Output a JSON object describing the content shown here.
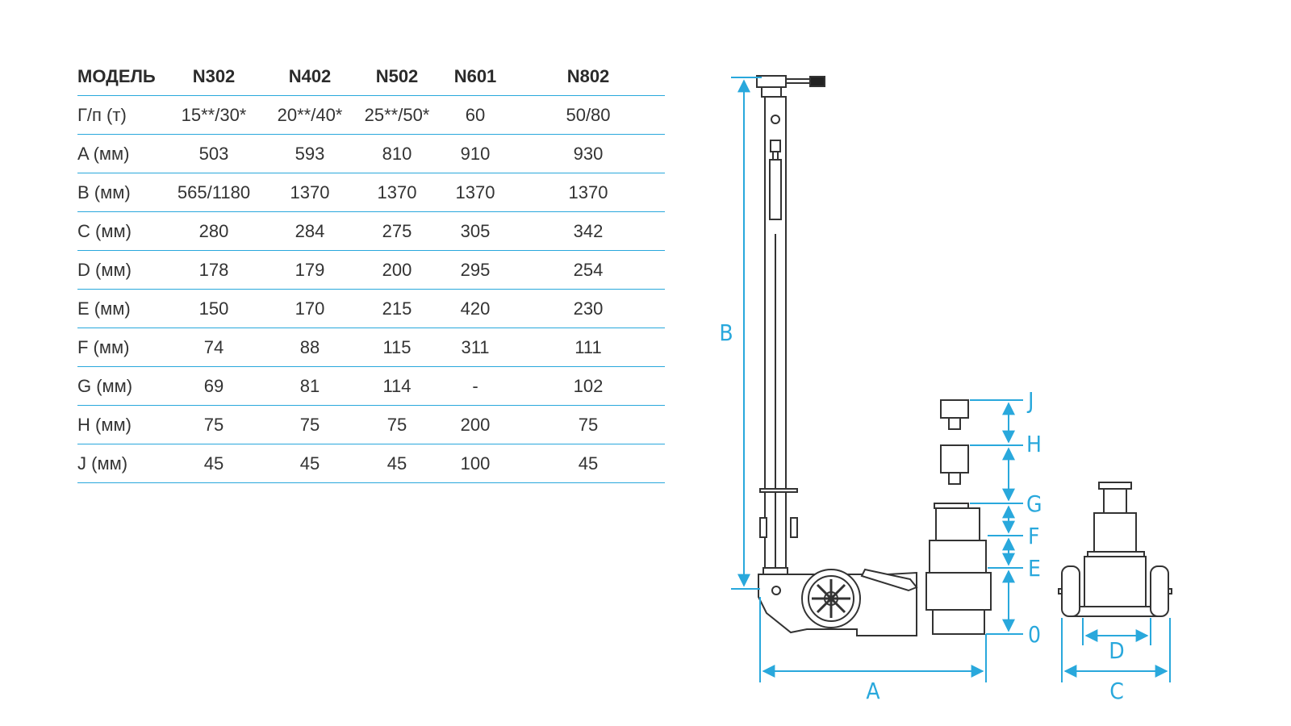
{
  "table": {
    "header": [
      "МОДЕЛЬ",
      "N302",
      "N402",
      "N502",
      "N601",
      "N802"
    ],
    "rows": [
      [
        "Г/п (т)",
        "15**/30*",
        "20**/40*",
        "25**/50*",
        "60",
        "50/80"
      ],
      [
        "A (мм)",
        "503",
        "593",
        "810",
        "910",
        "930"
      ],
      [
        "B (мм)",
        "565/1180",
        "1370",
        "1370",
        "1370",
        "1370"
      ],
      [
        "C (мм)",
        "280",
        "284",
        "275",
        "305",
        "342"
      ],
      [
        "D (мм)",
        "178",
        "179",
        "200",
        "295",
        "254"
      ],
      [
        "E (мм)",
        "150",
        "170",
        "215",
        "420",
        "230"
      ],
      [
        "F (мм)",
        "74",
        "88",
        "115",
        "311",
        "111"
      ],
      [
        "G (мм)",
        "69",
        "81",
        "114",
        "-",
        "102"
      ],
      [
        "H (мм)",
        "75",
        "75",
        "75",
        "200",
        "75"
      ],
      [
        "J (мм)",
        "45",
        "45",
        "45",
        "100",
        "45"
      ]
    ]
  },
  "diagram": {
    "dimension_labels": {
      "A": "A",
      "B": "B",
      "C": "C",
      "D": "D",
      "E": "E",
      "F": "F",
      "G": "G",
      "H": "H",
      "J": "J",
      "O": "0"
    }
  },
  "colors": {
    "accent": "#29a8dc",
    "outline": "#333333"
  }
}
